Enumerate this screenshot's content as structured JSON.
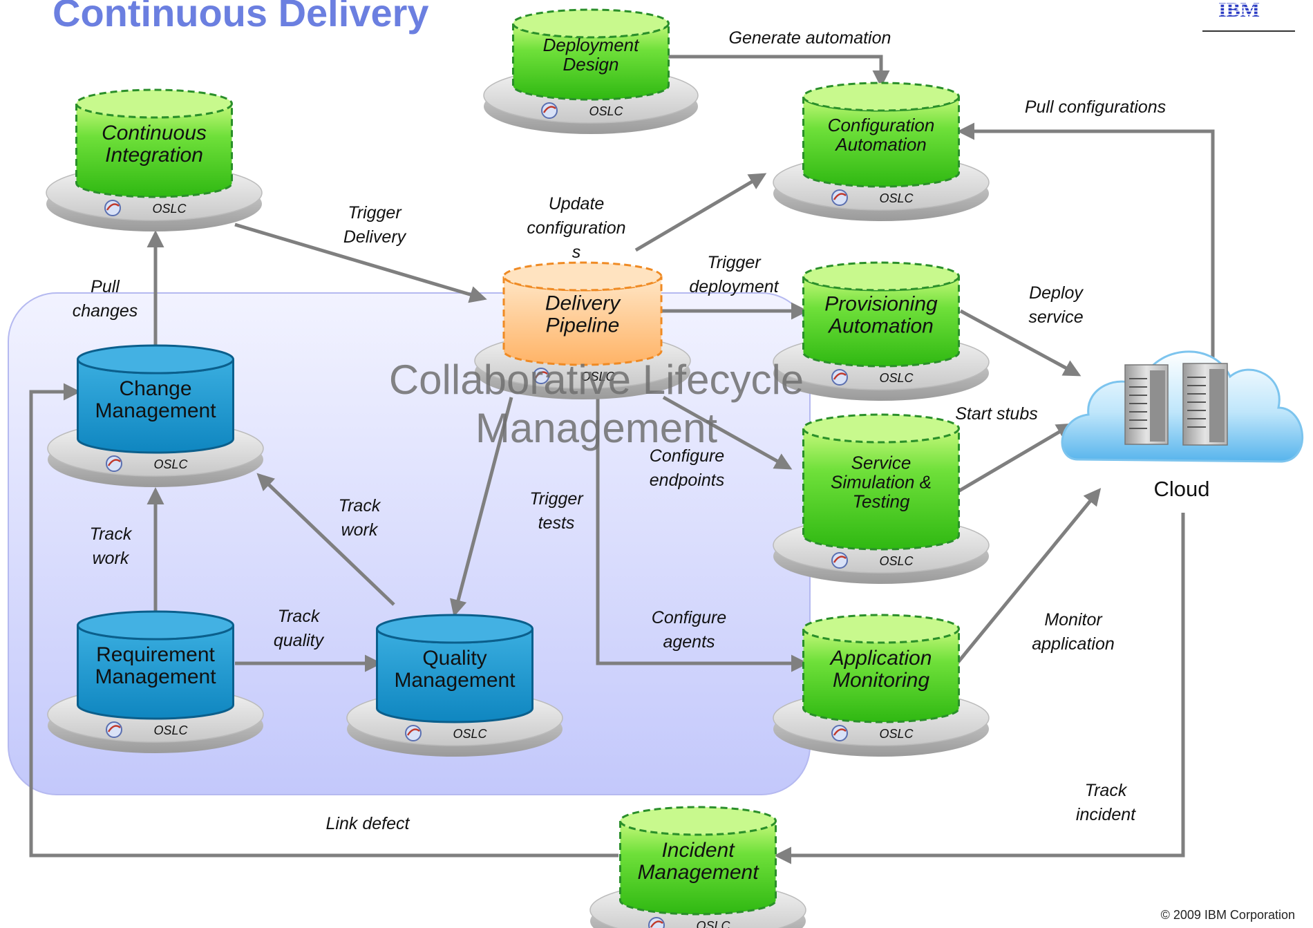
{
  "page": {
    "title": "Continuous Delivery",
    "copyright": "© 2009 IBM Corporation",
    "logo": "IBM",
    "watermark_line1": "Collaborative Lifecycle",
    "watermark_line2": "Management"
  },
  "colors": {
    "title": "#6b7fe0",
    "green_fill_top": "#b6f56a",
    "green_fill_bottom": "#36c214",
    "green_border": "#2e8b2e",
    "blue_fill_top": "#4cb6e4",
    "blue_fill_bottom": "#0f8fc8",
    "orange_fill_top": "#ffd9b0",
    "orange_fill_bottom": "#ffb36b",
    "orange_border": "#ef8a23",
    "arrow": "#808080",
    "region": "#c9ccf7"
  },
  "nodes": [
    {
      "id": "deployment-design",
      "lines": [
        "Deployment",
        "Design"
      ],
      "style": "green",
      "badge": "OSLC"
    },
    {
      "id": "continuous-integration",
      "lines": [
        "Continuous",
        "Integration"
      ],
      "style": "green",
      "badge": "OSLC"
    },
    {
      "id": "configuration-automation",
      "lines": [
        "Configuration",
        "Automation"
      ],
      "style": "green",
      "badge": "OSLC"
    },
    {
      "id": "delivery-pipeline",
      "lines": [
        "Delivery",
        "Pipeline"
      ],
      "style": "orange",
      "badge": "OSLC"
    },
    {
      "id": "provisioning-automation",
      "lines": [
        "Provisioning",
        "Automation"
      ],
      "style": "green",
      "badge": "OSLC"
    },
    {
      "id": "change-management",
      "lines": [
        "Change",
        "Management"
      ],
      "style": "blue",
      "badge": "OSLC"
    },
    {
      "id": "service-simulation",
      "lines": [
        "Service",
        "Simulation &",
        "Testing"
      ],
      "style": "green",
      "badge": "OSLC"
    },
    {
      "id": "requirement-management",
      "lines": [
        "Requirement",
        "Management"
      ],
      "style": "blue",
      "badge": "OSLC"
    },
    {
      "id": "quality-management",
      "lines": [
        "Quality",
        "Management"
      ],
      "style": "blue",
      "badge": "OSLC"
    },
    {
      "id": "application-monitoring",
      "lines": [
        "Application",
        "Monitoring"
      ],
      "style": "green",
      "badge": "OSLC"
    },
    {
      "id": "incident-management",
      "lines": [
        "Incident",
        "Management"
      ],
      "style": "green",
      "badge": "OSLC"
    }
  ],
  "cloud": {
    "label": "Cloud"
  },
  "edge_labels": [
    {
      "id": "generate-automation",
      "lines": [
        "Generate automation"
      ]
    },
    {
      "id": "pull-configurations",
      "lines": [
        "Pull configurations"
      ]
    },
    {
      "id": "trigger-delivery",
      "lines": [
        "Trigger",
        "Delivery"
      ]
    },
    {
      "id": "update-configurations",
      "lines": [
        "Update",
        "configuration",
        "s"
      ]
    },
    {
      "id": "trigger-deployment",
      "lines": [
        "Trigger",
        "deployment"
      ]
    },
    {
      "id": "deploy-service",
      "lines": [
        "Deploy",
        "service"
      ]
    },
    {
      "id": "pull-changes",
      "lines": [
        "Pull",
        "changes"
      ]
    },
    {
      "id": "start-stubs",
      "lines": [
        "Start stubs"
      ]
    },
    {
      "id": "configure-endpoints",
      "lines": [
        "Configure",
        "endpoints"
      ]
    },
    {
      "id": "trigger-tests",
      "lines": [
        "Trigger",
        "tests"
      ]
    },
    {
      "id": "track-work-left",
      "lines": [
        "Track",
        "work"
      ]
    },
    {
      "id": "track-work-right",
      "lines": [
        "Track",
        "work"
      ]
    },
    {
      "id": "track-quality",
      "lines": [
        "Track",
        "quality"
      ]
    },
    {
      "id": "configure-agents",
      "lines": [
        "Configure",
        "agents"
      ]
    },
    {
      "id": "monitor-application",
      "lines": [
        "Monitor",
        "application"
      ]
    },
    {
      "id": "track-incident",
      "lines": [
        "Track",
        "incident"
      ]
    },
    {
      "id": "link-defect",
      "lines": [
        "Link defect"
      ]
    }
  ]
}
